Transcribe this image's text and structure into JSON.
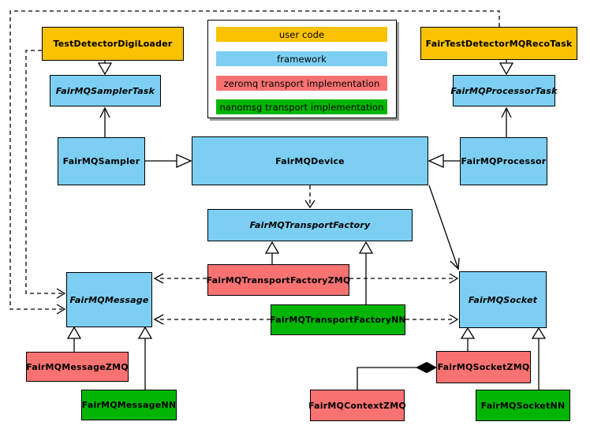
{
  "palette": {
    "user_code": "#F9C202",
    "framework": "#7CCFF2",
    "zeromq": "#F97272",
    "nanomsg": "#02B502",
    "line": "#000000",
    "legend_shadow": "#999999"
  },
  "legend": {
    "items": [
      {
        "label": "user code",
        "color": "#F9C202"
      },
      {
        "label": "framework",
        "color": "#7CCFF2"
      },
      {
        "label": "zeromq transport implementation",
        "color": "#F97272"
      },
      {
        "label": "nanomsg transport implementation",
        "color": "#02B502"
      }
    ]
  },
  "nodes": {
    "digiloader": {
      "label": "TestDetectorDigiLoader",
      "category": "user code",
      "abstract": false
    },
    "recotask": {
      "label": "FairTestDetectorMQRecoTask",
      "category": "user code",
      "abstract": false
    },
    "samplertask": {
      "label": "FairMQSamplerTask",
      "category": "framework",
      "abstract": true
    },
    "processortask": {
      "label": "FairMQProcessorTask",
      "category": "framework",
      "abstract": true
    },
    "sampler": {
      "label": "FairMQSampler",
      "category": "framework",
      "abstract": false
    },
    "device": {
      "label": "FairMQDevice",
      "category": "framework",
      "abstract": false
    },
    "processor": {
      "label": "FairMQProcessor",
      "category": "framework",
      "abstract": false
    },
    "transportfactory": {
      "label": "FairMQTransportFactory",
      "category": "framework",
      "abstract": true
    },
    "tfzmq": {
      "label": "FairMQTransportFactoryZMQ",
      "category": "zeromq",
      "abstract": false
    },
    "tfnn": {
      "label": "FairMQTransportFactoryNN",
      "category": "nanomsg",
      "abstract": false
    },
    "message": {
      "label": "FairMQMessage",
      "category": "framework",
      "abstract": true
    },
    "socket": {
      "label": "FairMQSocket",
      "category": "framework",
      "abstract": true
    },
    "messagezmq": {
      "label": "FairMQMessageZMQ",
      "category": "zeromq",
      "abstract": false
    },
    "messagenn": {
      "label": "FairMQMessageNN",
      "category": "nanomsg",
      "abstract": false
    },
    "socketzmq": {
      "label": "FairMQSocketZMQ",
      "category": "zeromq",
      "abstract": false
    },
    "socketnn": {
      "label": "FairMQSocketNN",
      "category": "nanomsg",
      "abstract": false
    },
    "contextzmq": {
      "label": "FairMQContextZMQ",
      "category": "zeromq",
      "abstract": false
    }
  },
  "edges": [
    {
      "from": "TestDetectorDigiLoader",
      "to": "FairMQSamplerTask",
      "type": "inheritance-solid-hollow-triangle"
    },
    {
      "from": "FairMQSampler",
      "to": "FairMQSamplerTask",
      "type": "association-solid-open-arrow"
    },
    {
      "from": "FairTestDetectorMQRecoTask",
      "to": "FairMQProcessorTask",
      "type": "inheritance-solid-hollow-triangle"
    },
    {
      "from": "FairMQProcessor",
      "to": "FairMQProcessorTask",
      "type": "association-solid-open-arrow"
    },
    {
      "from": "FairMQSampler",
      "to": "FairMQDevice",
      "type": "inheritance-solid-hollow-triangle"
    },
    {
      "from": "FairMQProcessor",
      "to": "FairMQDevice",
      "type": "inheritance-solid-hollow-triangle"
    },
    {
      "from": "FairMQDevice",
      "to": "FairMQTransportFactory",
      "type": "dependency-dashed-open-arrow"
    },
    {
      "from": "FairMQDevice",
      "to": "FairMQSocket",
      "type": "association-solid-open-arrow"
    },
    {
      "from": "FairMQTransportFactoryZMQ",
      "to": "FairMQTransportFactory",
      "type": "inheritance-solid-hollow-triangle"
    },
    {
      "from": "FairMQTransportFactoryNN",
      "to": "FairMQTransportFactory",
      "type": "inheritance-solid-hollow-triangle"
    },
    {
      "from": "FairMQTransportFactoryZMQ",
      "to": "FairMQMessage",
      "type": "dependency-dashed-open-arrow"
    },
    {
      "from": "FairMQTransportFactoryZMQ",
      "to": "FairMQSocket",
      "type": "dependency-dashed-open-arrow"
    },
    {
      "from": "FairMQTransportFactoryNN",
      "to": "FairMQMessage",
      "type": "dependency-dashed-open-arrow"
    },
    {
      "from": "FairMQTransportFactoryNN",
      "to": "FairMQSocket",
      "type": "dependency-dashed-open-arrow"
    },
    {
      "from": "FairMQMessageZMQ",
      "to": "FairMQMessage",
      "type": "inheritance-solid-hollow-triangle"
    },
    {
      "from": "FairMQMessageNN",
      "to": "FairMQMessage",
      "type": "inheritance-solid-hollow-triangle"
    },
    {
      "from": "FairMQSocketZMQ",
      "to": "FairMQSocket",
      "type": "inheritance-solid-hollow-triangle"
    },
    {
      "from": "FairMQSocketNN",
      "to": "FairMQSocket",
      "type": "inheritance-solid-hollow-triangle"
    },
    {
      "from": "FairMQContextZMQ",
      "to": "FairMQSocketZMQ",
      "type": "composition-filled-diamond"
    },
    {
      "from": "TestDetectorDigiLoader",
      "to": "FairMQMessage",
      "type": "dependency-dashed-open-arrow"
    },
    {
      "from": "FairTestDetectorMQRecoTask",
      "to": "FairMQMessage",
      "type": "dependency-dashed-open-arrow"
    }
  ]
}
